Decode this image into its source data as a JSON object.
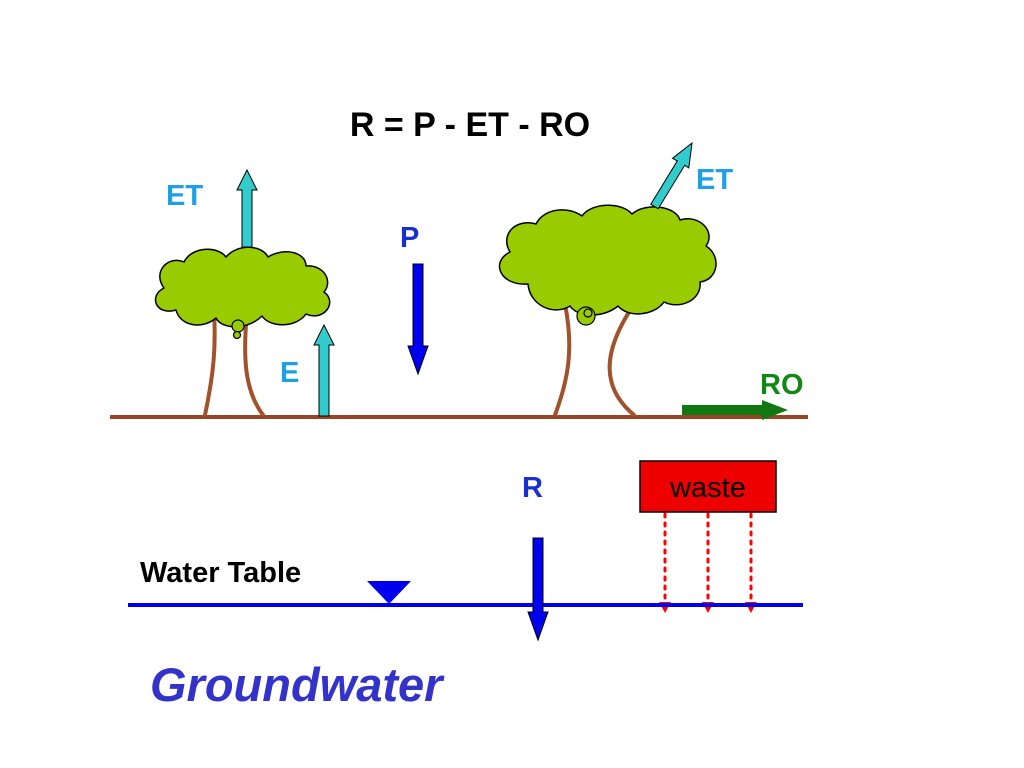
{
  "diagram": {
    "equation": "R = P - ET - RO",
    "labels": {
      "et_left": "ET",
      "et_right": "ET",
      "precipitation": "P",
      "evaporation": "E",
      "runoff": "RO",
      "recharge": "R",
      "waste": "waste",
      "water_table": "Water Table",
      "groundwater": "Groundwater"
    },
    "colors": {
      "equation_text": "#000000",
      "et_text": "#1EA0E6",
      "p_text": "#1A2FD0",
      "ro_text": "#118811",
      "r_text": "#1A2FD0",
      "groundwater_text": "#3333CC",
      "tree_canopy": "#99CC00",
      "tree_trunk": "#A0522D",
      "ground_line": "#994422",
      "et_arrow": "#33CCCC",
      "precip_arrow": "#0000EE",
      "runoff_arrow": "#117711",
      "waste_box": "#EE0000",
      "seepage": "#FF0000",
      "water_table_line": "#0000EE"
    }
  }
}
